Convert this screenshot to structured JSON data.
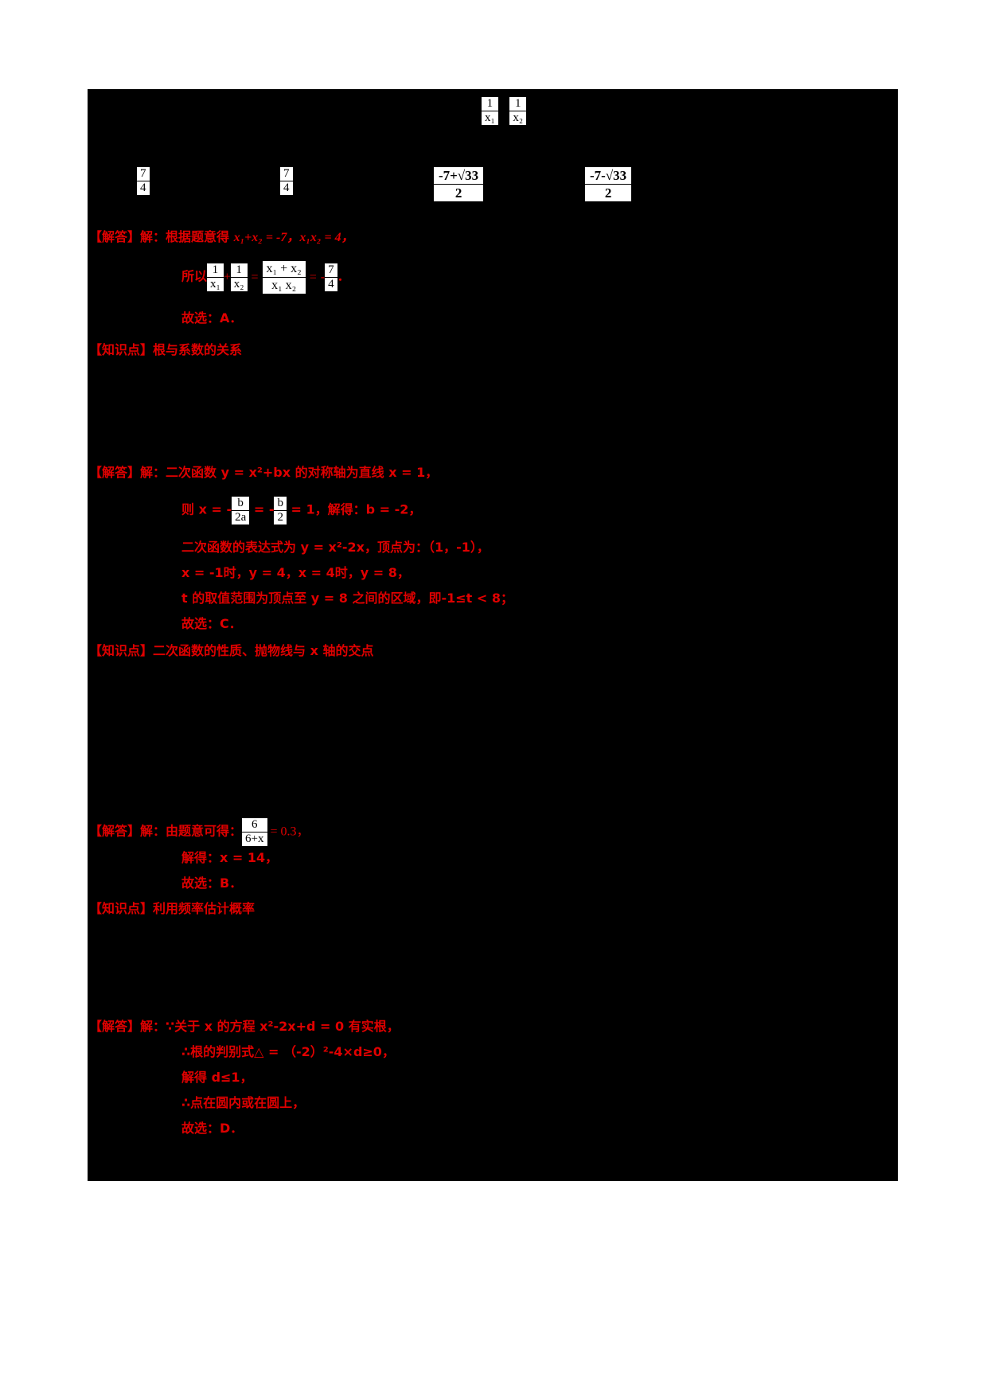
{
  "page": {
    "background": "#ffffff",
    "panel_background": "#000000",
    "text_color": "#e00000",
    "formula_box_background": "#ffffff",
    "formula_box_text_color": "#000000"
  },
  "choices_row_fractions": [
    {
      "num": "7",
      "den": "4"
    },
    {
      "num": "7",
      "den": "4"
    },
    {
      "num": "-7+√33",
      "den": "2"
    },
    {
      "num": "-7-√33",
      "den": "2"
    }
  ],
  "top_fractions": [
    {
      "num": "1",
      "den": "x₁"
    },
    {
      "num": "1",
      "den": "x₂"
    }
  ],
  "solutions": [
    {
      "id": "solution-1",
      "label": "【解答】",
      "lines": [
        {
          "id": "s1-l1",
          "text_prefix": "解：根据题意得 ",
          "math": "x₁+x₂ = -7，x₁x₂ = 4，"
        },
        {
          "id": "s1-l2",
          "prefix": "所以",
          "suffix": "．"
        },
        {
          "id": "s1-l3",
          "text": "故选：A．"
        }
      ],
      "knowledge_label": "【知识点】",
      "knowledge_text": "根与系数的关系"
    },
    {
      "id": "solution-2",
      "label": "【解答】",
      "lines": [
        {
          "id": "s2-l1",
          "text": "解：二次函数 y = x²+bx 的对称轴为直线 x = 1，"
        },
        {
          "id": "s2-l2",
          "prefix": "则 x = -",
          "mid": " = -",
          "suffix": " = 1，解得：b = -2，"
        },
        {
          "id": "s2-l3",
          "text": "二次函数的表达式为 y = x²-2x，顶点为：（1，-1），"
        },
        {
          "id": "s2-l4",
          "text": "x = -1时，y = 4，x = 4时，y = 8，"
        },
        {
          "id": "s2-l5",
          "text": "t 的取值范围为顶点至 y = 8 之间的区域，即-1≤t < 8；"
        },
        {
          "id": "s2-l6",
          "text": "故选：C．"
        }
      ],
      "knowledge_label": "【知识点】",
      "knowledge_text": "二次函数的性质、抛物线与 x 轴的交点"
    },
    {
      "id": "solution-3",
      "label": "【解答】",
      "lines": [
        {
          "id": "s3-l1",
          "prefix": "解：由题意可得：",
          "suffix": " = 0.3，"
        },
        {
          "id": "s3-l2",
          "text": "解得：x = 14，"
        },
        {
          "id": "s3-l3",
          "text": "故选：B．"
        }
      ],
      "knowledge_label": "【知识点】",
      "knowledge_text": "利用频率估计概率"
    },
    {
      "id": "solution-4",
      "label": "【解答】",
      "lines": [
        {
          "id": "s4-l1",
          "text": "解：∵关于 x 的方程 x²-2x+d = 0 有实根，"
        },
        {
          "id": "s4-l2",
          "text": "∴根的判别式△ = （-2）²-4×d≥0，"
        },
        {
          "id": "s4-l3",
          "text": "解得 d≤1，"
        },
        {
          "id": "s4-l4",
          "text": "∴点在圆内或在圆上，"
        },
        {
          "id": "s4-l5",
          "text": "故选：D．"
        }
      ]
    }
  ],
  "inline_fractions": {
    "one_over_x1": {
      "num": "1",
      "den": "x₁"
    },
    "one_over_x2": {
      "num": "1",
      "den": "x₂"
    },
    "sum_over_product": {
      "num": "x₁ + x₂",
      "den": "x₁ x₂"
    },
    "seven_over_four": {
      "num": "7",
      "den": "4"
    },
    "b_over_2a": {
      "num": "b",
      "den": "2a"
    },
    "b_over_2": {
      "num": "b",
      "den": "2"
    },
    "six_over_six_plus_x": {
      "num": "6",
      "den": "6+x"
    }
  },
  "inline_symbols": {
    "plus": "+",
    "equals": "=",
    "minus": "-"
  }
}
